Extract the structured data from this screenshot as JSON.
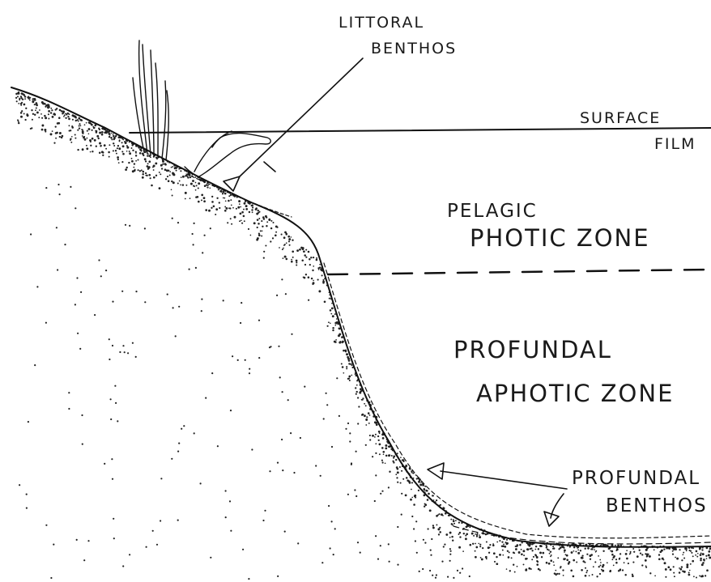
{
  "labels": {
    "littoral_benthos": [
      "LITTORAL",
      "BENTHOS"
    ],
    "surface_film": [
      "SURFACE",
      "FILM"
    ],
    "pelagic_zone": [
      "PELAGIC",
      "PHOTIC ZONE"
    ],
    "profundal_zone": [
      "PROFUNDAL",
      "APHOTIC ZONE"
    ],
    "profundal_benthos": [
      "PROFUNDAL",
      "BENTHOS"
    ]
  }
}
